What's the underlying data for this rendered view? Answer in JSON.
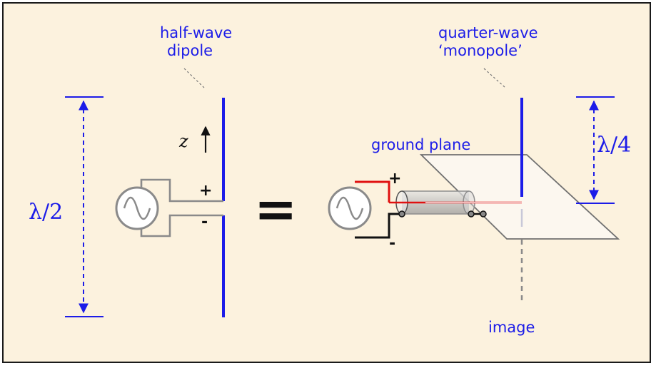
{
  "left": {
    "label_line1": "half-wave",
    "label_line2": "dipole",
    "length_label": "λ/2",
    "axis_label": "z",
    "plus": "+",
    "minus": "-"
  },
  "equals": "=",
  "right": {
    "label_line1": "quarter-wave",
    "label_line2": "‘monopole’",
    "ground_label": "ground plane",
    "length_label": "λ/4",
    "image_label": "image",
    "plus": "+",
    "minus": "-"
  },
  "colors": {
    "background": "#fcf2de",
    "element": "#1c1ce8",
    "text_blue": "#1c1ce8",
    "feed_positive": "#e01010",
    "feed_negative": "#111111",
    "feed_gray": "#8a8a8a"
  }
}
